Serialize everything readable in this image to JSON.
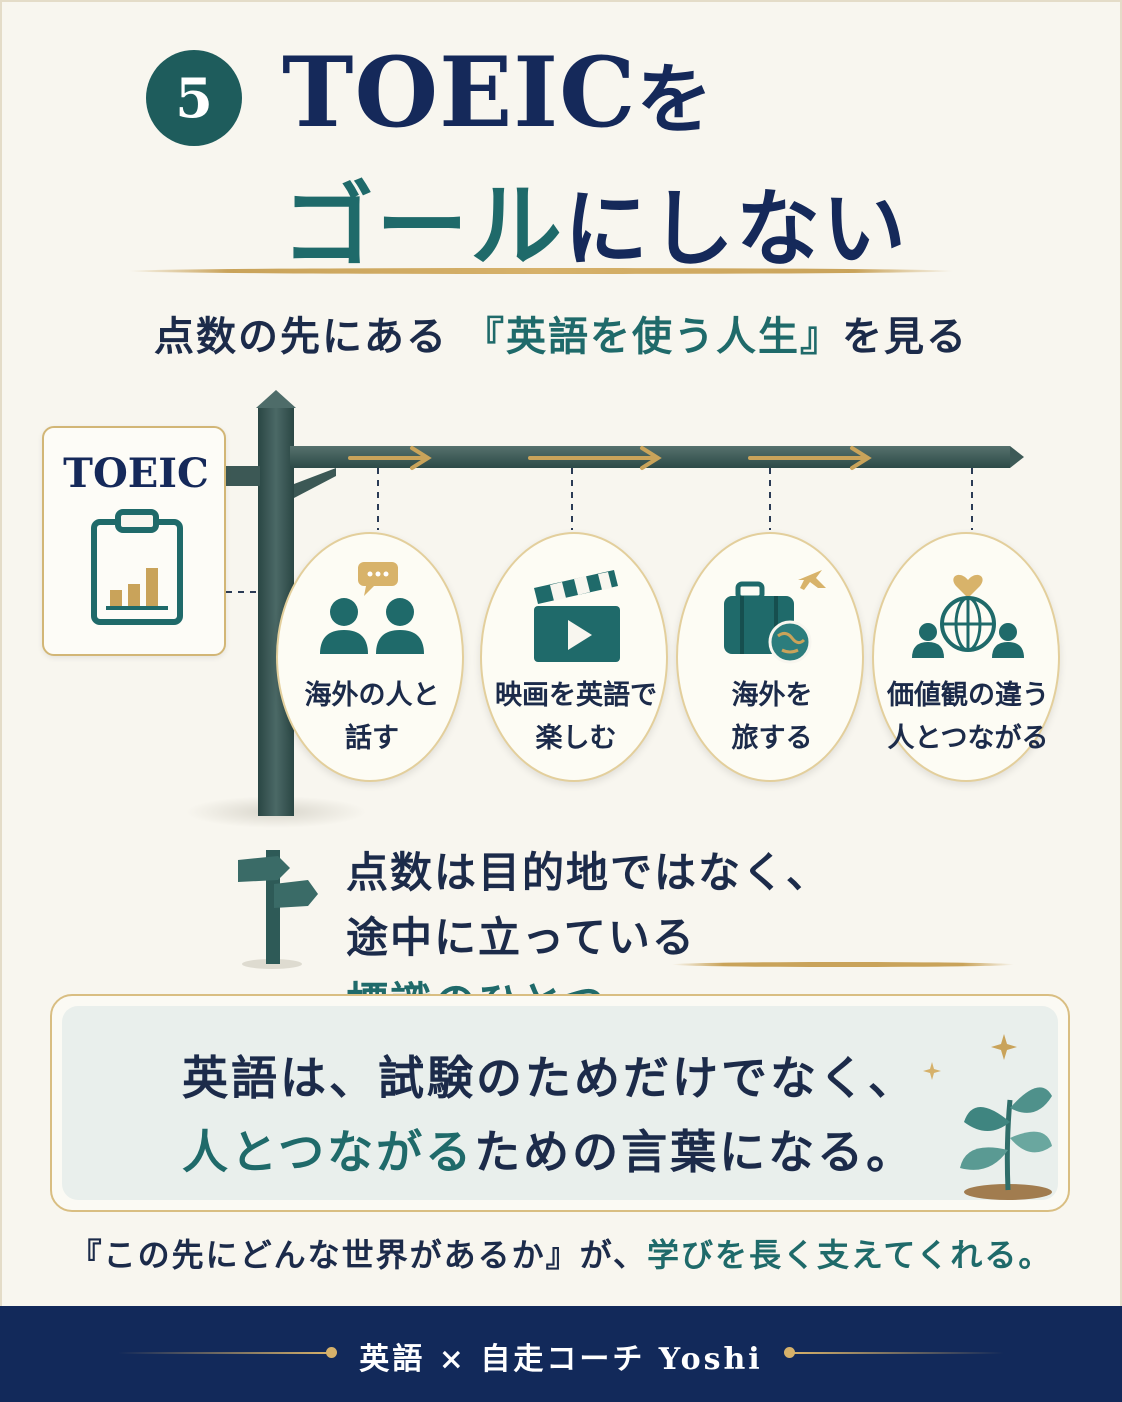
{
  "title": {
    "number": "5",
    "line1_main": "TOEIC",
    "line1_particle": "を",
    "line2_goal": "ゴール",
    "line2_rest": "にしない"
  },
  "subtitle": {
    "before": "点数の先にある",
    "highlight": "『英語を使う人生』",
    "after": "を見る"
  },
  "signpost": {
    "board_label": "TOEIC",
    "destinations": [
      {
        "line1": "海外の人と",
        "line2": "話す",
        "icon": "people-chat-icon"
      },
      {
        "line1": "映画を英語で",
        "line2": "楽しむ",
        "icon": "clapperboard-icon"
      },
      {
        "line1": "海外を",
        "line2": "旅する",
        "icon": "suitcase-globe-icon"
      },
      {
        "line1": "価値観の違う",
        "line2": "人とつながる",
        "icon": "globe-people-icon"
      }
    ]
  },
  "message": {
    "line1": "点数は目的地ではなく、",
    "line2_before": "途中に立っている",
    "line2_highlight": "標識のひとつ。"
  },
  "quote": {
    "line1": "英語は、試験のためだけでなく、",
    "line2_highlight": "人とつながる",
    "line2_rest": "ための言葉になる。"
  },
  "closing": {
    "before": "『この先にどんな世界があるか』が、",
    "highlight": "学びを長く支えてくれる。"
  },
  "footer": {
    "credit": "英語 × 自走コーチ Yoshi"
  },
  "colors": {
    "navy": "#15295a",
    "teal": "#1f6a6a",
    "gold": "#c9a35a",
    "background": "#f8f6ef"
  }
}
